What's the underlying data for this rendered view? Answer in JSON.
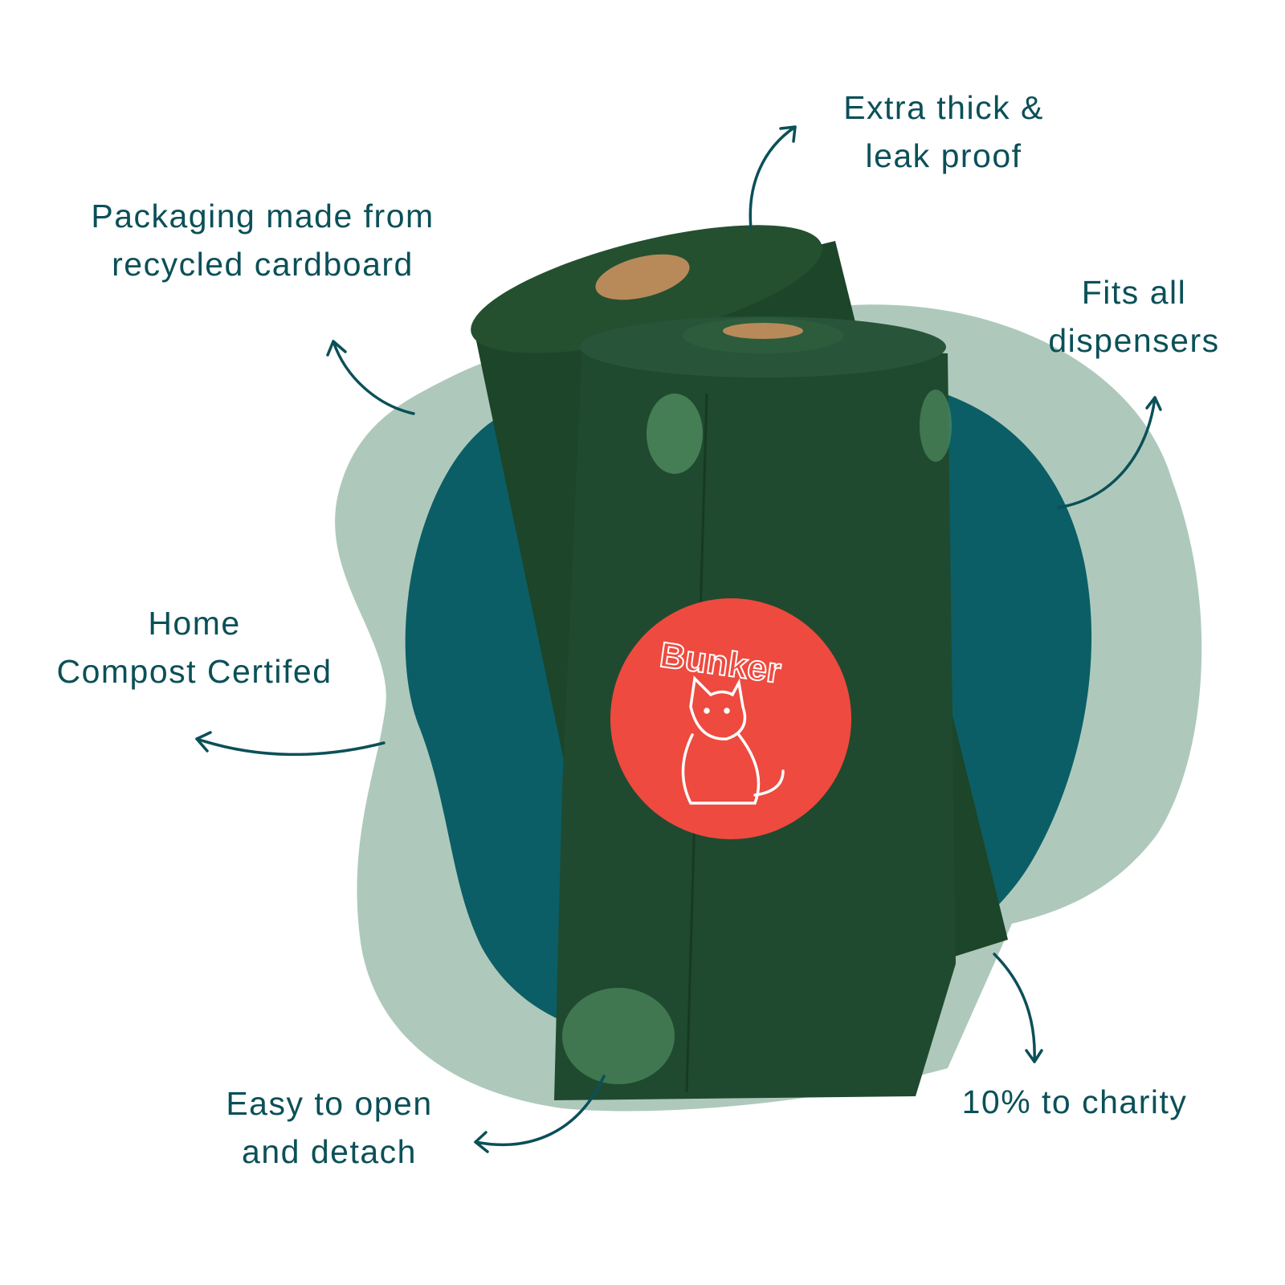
{
  "features": {
    "thick": {
      "line1": "Extra thick &",
      "line2": "leak proof"
    },
    "packaging": {
      "line1": "Packaging made from",
      "line2": "recycled cardboard"
    },
    "dispensers": {
      "line1": "Fits all",
      "line2": "dispensers"
    },
    "compost": {
      "line1": "Home",
      "line2": "Compost Certifed"
    },
    "detach": {
      "line1": "Easy to open",
      "line2": "and detach"
    },
    "charity": {
      "line1": "10% to charity"
    }
  },
  "sticker": {
    "brand": "Bunker"
  },
  "colors": {
    "text": "#0b5058",
    "light_blob": "#aec9bb",
    "dark_blob": "#0b5e66",
    "roll": "#1f4a2f",
    "sticker": "#ee4a3f"
  }
}
